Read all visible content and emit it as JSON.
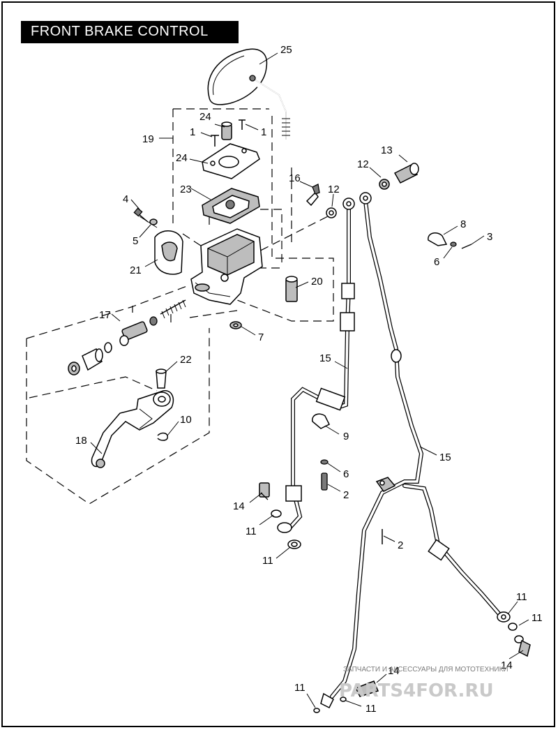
{
  "title": "FRONT BRAKE CONTROL",
  "callouts": {
    "c25": "25",
    "c24a": "24",
    "c1a": "1",
    "c1b": "1",
    "c19": "19",
    "c24b": "24",
    "c16": "16",
    "c13": "13",
    "c12a": "12",
    "c12b": "12",
    "c23": "23",
    "c4": "4",
    "c8": "8",
    "c3": "3",
    "c5": "5",
    "c6a": "6",
    "c21": "21",
    "c20": "20",
    "c17": "17",
    "c7": "7",
    "c15a": "15",
    "c22": "22",
    "c9": "9",
    "c10": "10",
    "c18": "18",
    "c15b": "15",
    "c6b": "6",
    "c14a": "14",
    "c2a": "2",
    "c11a": "11",
    "c2b": "2",
    "c11b": "11",
    "c11c": "11",
    "c11d": "11",
    "c14b": "14",
    "c14c": "14",
    "c11e": "11",
    "c11f": "11"
  },
  "watermark": {
    "line1": "ЗАПЧАСТИ И АКСЕССУАРЫ ДЛЯ МОТОТЕХНИКИ",
    "logo": "PARTS4FOR.RU"
  }
}
